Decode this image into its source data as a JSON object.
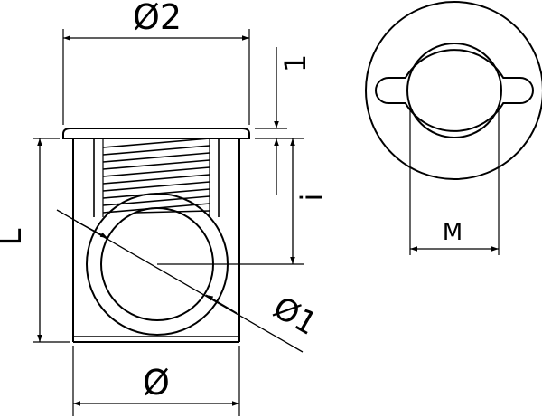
{
  "labels": {
    "d2": "Ø2",
    "one": "1",
    "i": "i",
    "L": "L",
    "d1": "Ø1",
    "d": "Ø",
    "M": "M"
  },
  "colors": {
    "stroke": "#000000",
    "background": "#ffffff"
  }
}
